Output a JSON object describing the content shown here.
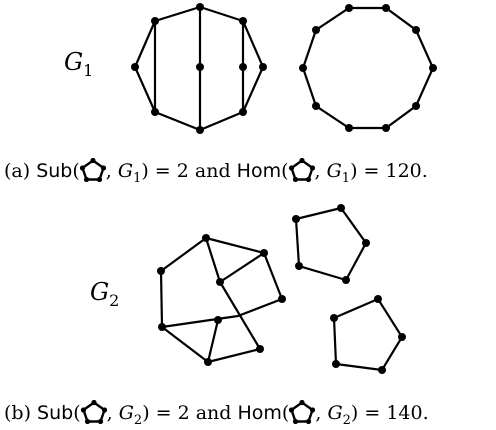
{
  "graph_labels": {
    "g1": {
      "letter": "G",
      "subscript": "1"
    },
    "g2": {
      "letter": "G",
      "subscript": "2"
    }
  },
  "captions": {
    "a": {
      "prefix": "(a) ",
      "sub_fn": "Sub",
      "graph_letter": "G",
      "graph_sub": "1",
      "sub_value": ") = 2 and ",
      "hom_fn": "Hom",
      "hom_value": ") = 120."
    },
    "b": {
      "prefix": "(b) ",
      "sub_fn": "Sub",
      "graph_letter": "G",
      "graph_sub": "2",
      "sub_value": ") = 2 and ",
      "hom_fn": "Hom",
      "hom_value": ") = 140."
    }
  },
  "graphs": {
    "g1_left_octagon": {
      "vertices": 10,
      "edges": 13
    },
    "g1_right_decagon": {
      "vertices": 10,
      "edges": 10
    },
    "g2_heptagon_component": {
      "vertices": 9,
      "edges": 12
    },
    "g2_pentagon_top": {
      "vertices": 5,
      "edges": 5
    },
    "g2_pentagon_bottom": {
      "vertices": 5,
      "edges": 5
    }
  },
  "pattern_icon": "pentagon-graph-icon"
}
